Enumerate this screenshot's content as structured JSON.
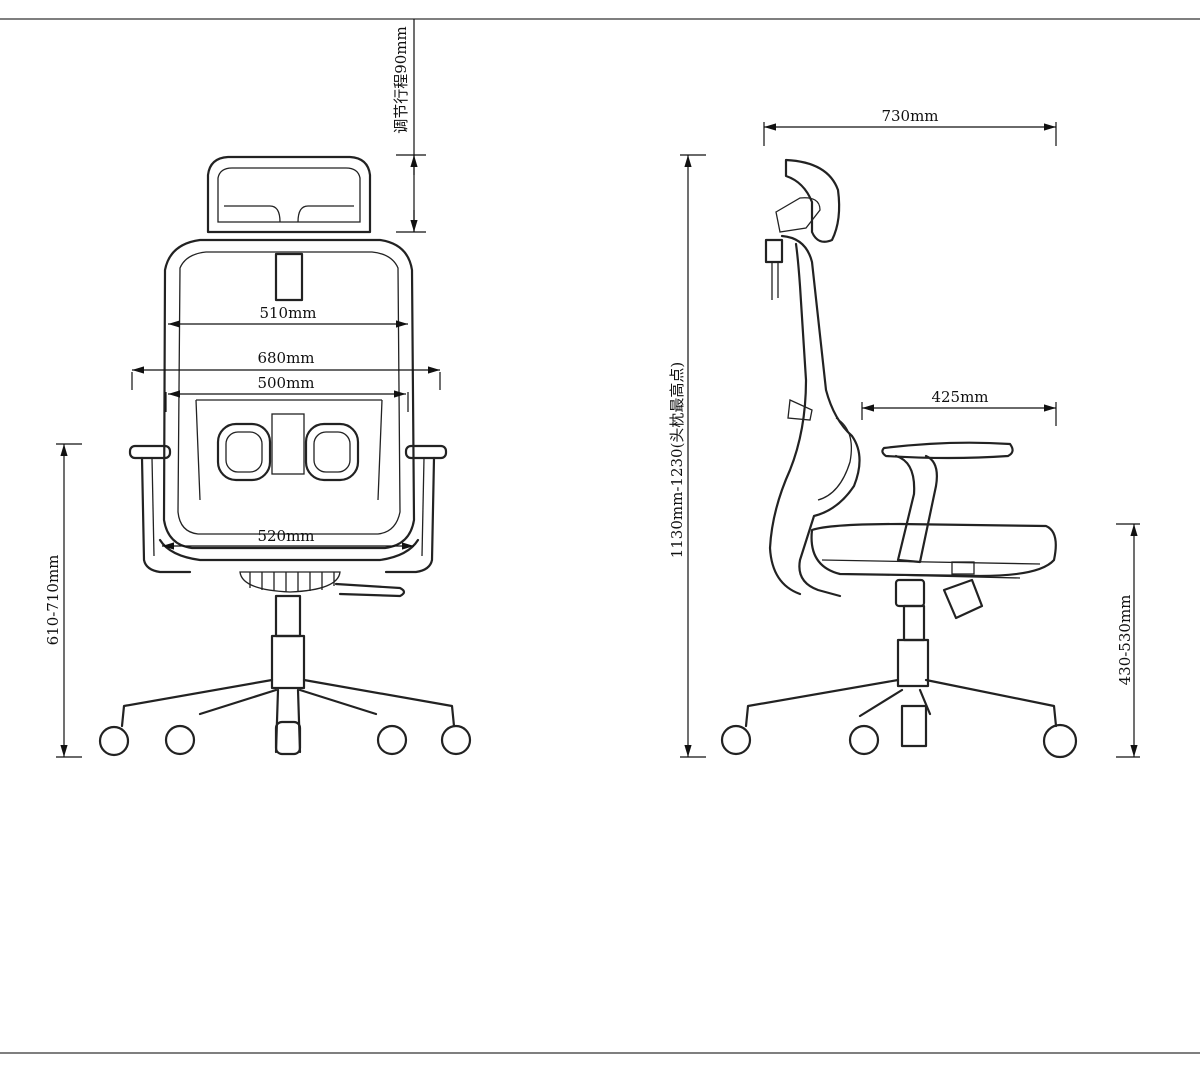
{
  "dimensions": {
    "headrest_travel": "调节行程90mm",
    "back_width": "510mm",
    "armrest_span": "680mm",
    "back_lower_width": "500mm",
    "seat_width": "520mm",
    "armrest_height": "610-710mm",
    "overall_depth": "730mm",
    "overall_height": "1130mm-1230(头枕最高点)",
    "seat_depth": "425mm",
    "seat_height": "430-530mm"
  },
  "colors": {
    "line": "#222222",
    "frame": "#555555",
    "background": "#ffffff"
  }
}
